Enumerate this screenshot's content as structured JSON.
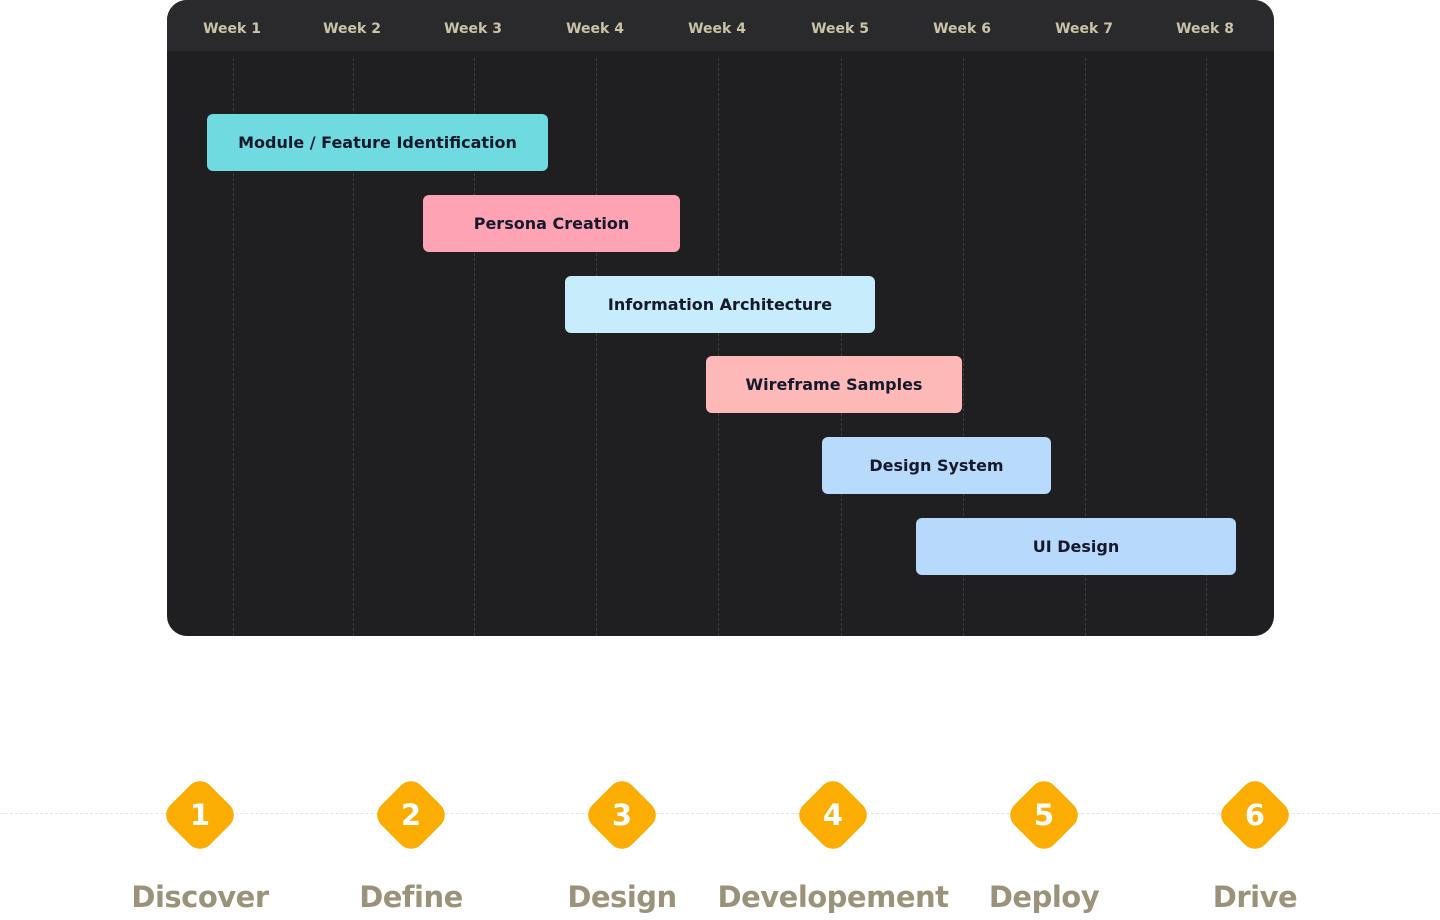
{
  "gantt": {
    "weeks": [
      "Week 1",
      "Week 2",
      "Week 3",
      "Week 4",
      "Week 4",
      "Week 5",
      "Week 6",
      "Week 7",
      "Week 8"
    ],
    "tasks": [
      {
        "label": "Module / Feature Identification",
        "color": "#6fdbe0"
      },
      {
        "label": "Persona Creation",
        "color": "#fea3b3"
      },
      {
        "label": "Information Architecture",
        "color": "#c7ecfb"
      },
      {
        "label": "Wireframe Samples",
        "color": "#fdb9b8"
      },
      {
        "label": "Design System",
        "color": "#b8dafb"
      },
      {
        "label": "UI Design",
        "color": "#b7dafc"
      }
    ]
  },
  "steps": [
    {
      "number": "1",
      "label": "Discover"
    },
    {
      "number": "2",
      "label": "Define"
    },
    {
      "number": "3",
      "label": "Design"
    },
    {
      "number": "4",
      "label": "Developement"
    },
    {
      "number": "5",
      "label": "Deploy"
    },
    {
      "number": "6",
      "label": "Drive"
    }
  ],
  "colors": {
    "panel_background": "#1f1f21",
    "header_background": "#2a2a2c",
    "week_label": "#c9c3a7",
    "step_accent": "#fcad03",
    "step_label": "#9a937a"
  }
}
